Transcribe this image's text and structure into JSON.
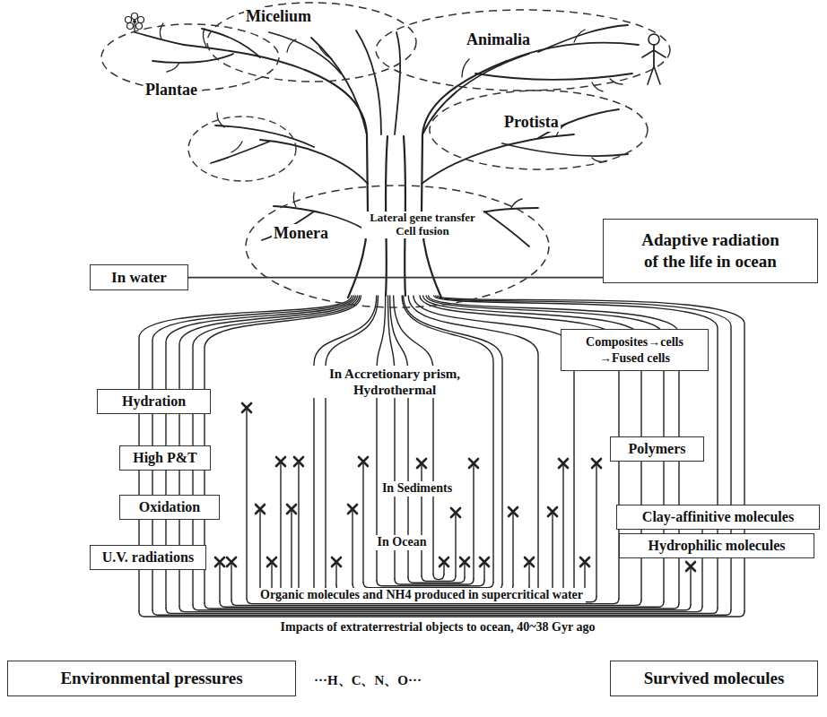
{
  "diagram": {
    "nodes": [
      {
        "text": [
          "Micelium"
        ]
      },
      {
        "text": [
          "Animalia"
        ]
      },
      {
        "text": [
          "Plantae"
        ]
      },
      {
        "text": [
          "Protista"
        ]
      },
      {
        "text": [
          "Monera",
          "Lateral gene transfer Cell fusion"
        ]
      },
      {
        "text": [
          "Adaptive radiation of the life in ocean"
        ]
      },
      {
        "text": [
          "In water"
        ]
      },
      {
        "text": [
          "Composites→cells →Fused cells"
        ]
      },
      {
        "text": [
          "Hydration"
        ]
      },
      {
        "text": [
          "Polymers"
        ]
      },
      {
        "text": [
          "High P&T"
        ]
      },
      {
        "text": [
          "Oxidation"
        ]
      },
      {
        "text": [
          "Clay-affinitive molecules"
        ]
      },
      {
        "text": [
          "Hydrophilic molecules"
        ]
      },
      {
        "text": [
          "U.V. radiations"
        ]
      },
      {
        "text": [
          "Environmental pressures"
        ]
      },
      {
        "text": [
          "Survived molecules"
        ]
      }
    ],
    "edges": [
      {
        "from": 6,
        "to": 5,
        "arrow": "none"
      }
    ],
    "labels": [
      "In Accretionary prism, Hydrothermal",
      "In Sediments",
      "In Ocean",
      "Organic molecules and NH4 produced in supercritical water",
      "Impacts of extraterrestrial objects to ocean, 40~38 Gyr ago",
      "···H、C、N、O···"
    ]
  }
}
